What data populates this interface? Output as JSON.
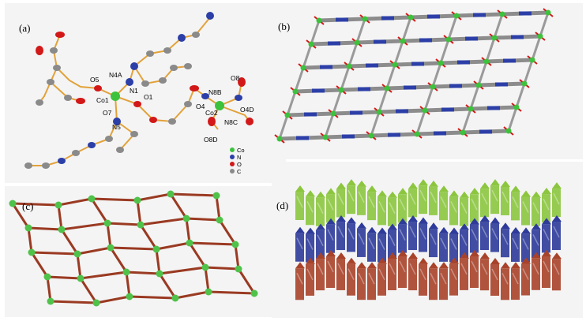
{
  "panels": {
    "a": {
      "label": "(a)",
      "atom_labels": {
        "n4a": "N4A",
        "n1": "N1",
        "o5": "O5",
        "co1": "Co1",
        "o1": "O1",
        "o7": "O7",
        "n5": "N5",
        "n8b": "N8B",
        "o8": "O8",
        "o4": "O4",
        "co2": "Co2",
        "n8c": "N8C",
        "o4d": "O4D",
        "o8d": "O8D"
      },
      "legend": [
        {
          "element": "Co",
          "color": "#3cc23c"
        },
        {
          "element": "N",
          "color": "#2c3fa8"
        },
        {
          "element": "O",
          "color": "#d21818"
        },
        {
          "element": "C",
          "color": "#8a8a8a"
        }
      ]
    },
    "b": {
      "label": "(b)"
    },
    "c": {
      "label": "(c)"
    },
    "d": {
      "label": "(d)",
      "layer_colors": {
        "top": "#8cc63f",
        "middle": "#2e3b9a",
        "bottom": "#a8432a"
      }
    }
  }
}
